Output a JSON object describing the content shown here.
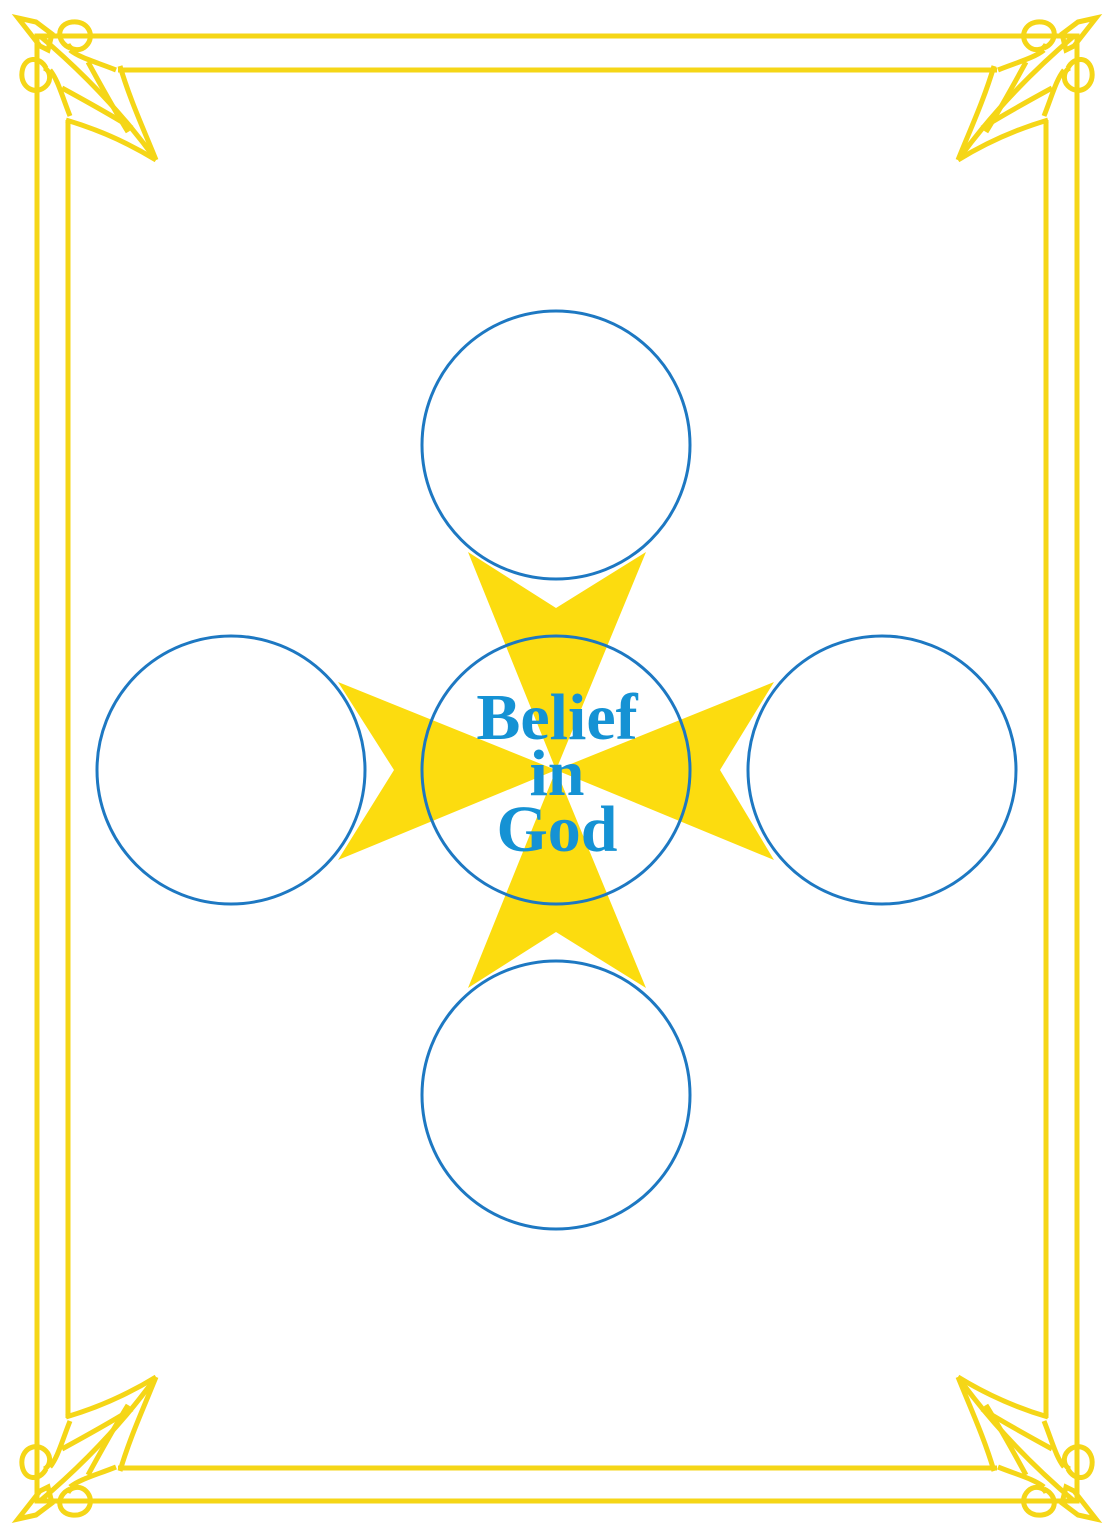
{
  "colors": {
    "frame": "#F5D617",
    "star": "#FCDC0F",
    "circle": "#1D78C2",
    "text": "#1592D4",
    "background": "#FFFFFF"
  },
  "center": {
    "line1": "Belief",
    "line2": "in",
    "line3": "God"
  },
  "satellites": [
    {
      "position": "top",
      "text": ""
    },
    {
      "position": "left",
      "text": ""
    },
    {
      "position": "right",
      "text": ""
    },
    {
      "position": "bottom",
      "text": ""
    }
  ]
}
